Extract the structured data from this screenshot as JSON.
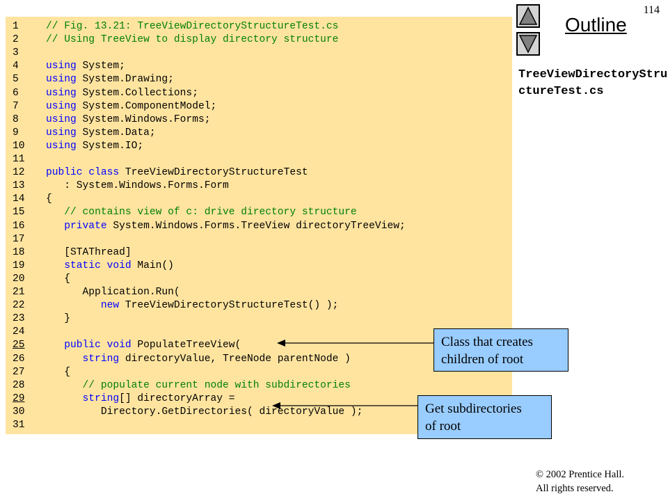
{
  "page_number": "114",
  "outline_title": "Outline",
  "nav": {
    "up_icon": "triangle-up-icon",
    "down_icon": "triangle-down-icon"
  },
  "file_title": "TreeViewDirectoryStructureTest.cs",
  "code_lines": [
    {
      "n": "1",
      "indent": "",
      "parts": [
        {
          "t": "// Fig. 13.21: TreeViewDirectoryStructureTest.cs",
          "c": "cm"
        }
      ]
    },
    {
      "n": "2",
      "indent": "",
      "parts": [
        {
          "t": "// Using TreeView to display directory structure",
          "c": "cm"
        }
      ]
    },
    {
      "n": "3",
      "indent": "",
      "parts": []
    },
    {
      "n": "4",
      "indent": "",
      "parts": [
        {
          "t": "using",
          "c": "kw"
        },
        {
          "t": " System;",
          "c": ""
        }
      ]
    },
    {
      "n": "5",
      "indent": "",
      "parts": [
        {
          "t": "using",
          "c": "kw"
        },
        {
          "t": " System.Drawing;",
          "c": ""
        }
      ]
    },
    {
      "n": "6",
      "indent": "",
      "parts": [
        {
          "t": "using",
          "c": "kw"
        },
        {
          "t": " System.Collections;",
          "c": ""
        }
      ]
    },
    {
      "n": "7",
      "indent": "",
      "parts": [
        {
          "t": "using",
          "c": "kw"
        },
        {
          "t": " System.ComponentModel;",
          "c": ""
        }
      ]
    },
    {
      "n": "8",
      "indent": "",
      "parts": [
        {
          "t": "using",
          "c": "kw"
        },
        {
          "t": " System.Windows.Forms;",
          "c": ""
        }
      ]
    },
    {
      "n": "9",
      "indent": "",
      "parts": [
        {
          "t": "using",
          "c": "kw"
        },
        {
          "t": " System.Data;",
          "c": ""
        }
      ]
    },
    {
      "n": "10",
      "indent": "",
      "parts": [
        {
          "t": "using",
          "c": "kw"
        },
        {
          "t": " System.IO;",
          "c": ""
        }
      ]
    },
    {
      "n": "11",
      "indent": "",
      "parts": []
    },
    {
      "n": "12",
      "indent": "",
      "parts": [
        {
          "t": "public",
          "c": "kw"
        },
        {
          "t": " ",
          "c": ""
        },
        {
          "t": "class",
          "c": "kw"
        },
        {
          "t": " TreeViewDirectoryStructureTest",
          "c": ""
        }
      ]
    },
    {
      "n": "13",
      "indent": "   ",
      "parts": [
        {
          "t": ": System.Windows.Forms.Form",
          "c": ""
        }
      ]
    },
    {
      "n": "14",
      "indent": "",
      "parts": [
        {
          "t": "{",
          "c": ""
        }
      ]
    },
    {
      "n": "15",
      "indent": "   ",
      "parts": [
        {
          "t": "// contains view of c: drive directory structure",
          "c": "cm"
        }
      ]
    },
    {
      "n": "16",
      "indent": "   ",
      "parts": [
        {
          "t": "private",
          "c": "kw"
        },
        {
          "t": " System.Windows.Forms.TreeView directoryTreeView;",
          "c": ""
        }
      ]
    },
    {
      "n": "17",
      "indent": "",
      "parts": []
    },
    {
      "n": "18",
      "indent": "   ",
      "parts": [
        {
          "t": "[STAThread]",
          "c": ""
        }
      ]
    },
    {
      "n": "19",
      "indent": "   ",
      "parts": [
        {
          "t": "static",
          "c": "kw"
        },
        {
          "t": " ",
          "c": ""
        },
        {
          "t": "void",
          "c": "kw"
        },
        {
          "t": " Main()",
          "c": ""
        }
      ]
    },
    {
      "n": "20",
      "indent": "   ",
      "parts": [
        {
          "t": "{",
          "c": ""
        }
      ]
    },
    {
      "n": "21",
      "indent": "      ",
      "parts": [
        {
          "t": "Application.Run(",
          "c": ""
        }
      ]
    },
    {
      "n": "22",
      "indent": "         ",
      "parts": [
        {
          "t": "new",
          "c": "kw"
        },
        {
          "t": " TreeViewDirectoryStructureTest() );",
          "c": ""
        }
      ]
    },
    {
      "n": "23",
      "indent": "   ",
      "parts": [
        {
          "t": "}",
          "c": ""
        }
      ]
    },
    {
      "n": "24",
      "indent": "",
      "parts": []
    },
    {
      "n": "25",
      "ul": true,
      "indent": "   ",
      "parts": [
        {
          "t": "public",
          "c": "kw"
        },
        {
          "t": " ",
          "c": ""
        },
        {
          "t": "void",
          "c": "kw"
        },
        {
          "t": " PopulateTreeView(",
          "c": ""
        }
      ]
    },
    {
      "n": "26",
      "indent": "      ",
      "parts": [
        {
          "t": "string",
          "c": "kw"
        },
        {
          "t": " directoryValue, TreeNode parentNode )",
          "c": ""
        }
      ]
    },
    {
      "n": "27",
      "indent": "   ",
      "parts": [
        {
          "t": "{",
          "c": ""
        }
      ]
    },
    {
      "n": "28",
      "indent": "      ",
      "parts": [
        {
          "t": "// populate current node with subdirectories",
          "c": "cm"
        }
      ]
    },
    {
      "n": "29",
      "ul": true,
      "indent": "      ",
      "parts": [
        {
          "t": "string",
          "c": "kw"
        },
        {
          "t": "[] directoryArray =",
          "c": ""
        }
      ]
    },
    {
      "n": "30",
      "indent": "         ",
      "parts": [
        {
          "t": "Directory.GetDirectories( directoryValue );",
          "c": ""
        }
      ]
    },
    {
      "n": "31",
      "indent": "",
      "parts": []
    }
  ],
  "callouts": [
    {
      "line1": "Class that creates",
      "line2": "children of root"
    },
    {
      "line1": "Get subdirectories",
      "line2": "of root"
    }
  ],
  "copyright": {
    "symbol": "©",
    "line1": " 2002 Prentice Hall.",
    "line2": "All rights reserved."
  },
  "colors": {
    "code_background": "#ffe4a0",
    "keyword": "#0000ff",
    "comment": "#008000",
    "callout_background": "#99ccff"
  }
}
